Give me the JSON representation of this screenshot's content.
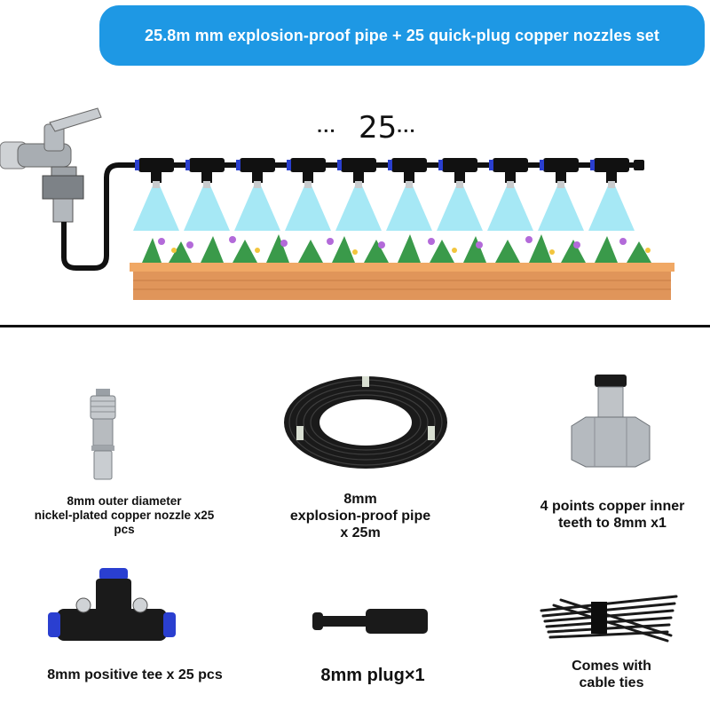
{
  "banner": {
    "title": "25.8m mm explosion-proof pipe + 25 quick-plug copper nozzles set"
  },
  "scene": {
    "count_label": "25"
  },
  "items": [
    {
      "caption_lines": [
        "8mm outer diameter",
        "nickel-plated copper nozzle x25",
        "pcs"
      ]
    },
    {
      "caption_lines": [
        "8mm",
        "explosion-proof pipe",
        "x 25m"
      ]
    },
    {
      "caption_lines": [
        "4 points copper inner",
        "teeth to 8mm x1"
      ]
    },
    {
      "caption_lines": [
        "8mm positive tee x 25 pcs"
      ]
    },
    {
      "caption_lines": [
        "8mm plug×1"
      ]
    },
    {
      "caption_lines": [
        "Comes with",
        "cable ties"
      ]
    }
  ],
  "colors": {
    "banner": "#1e98e4",
    "mist": "#5fd6ee",
    "planter": "#e0955a",
    "fitting_blue": "#2a3fd0"
  }
}
